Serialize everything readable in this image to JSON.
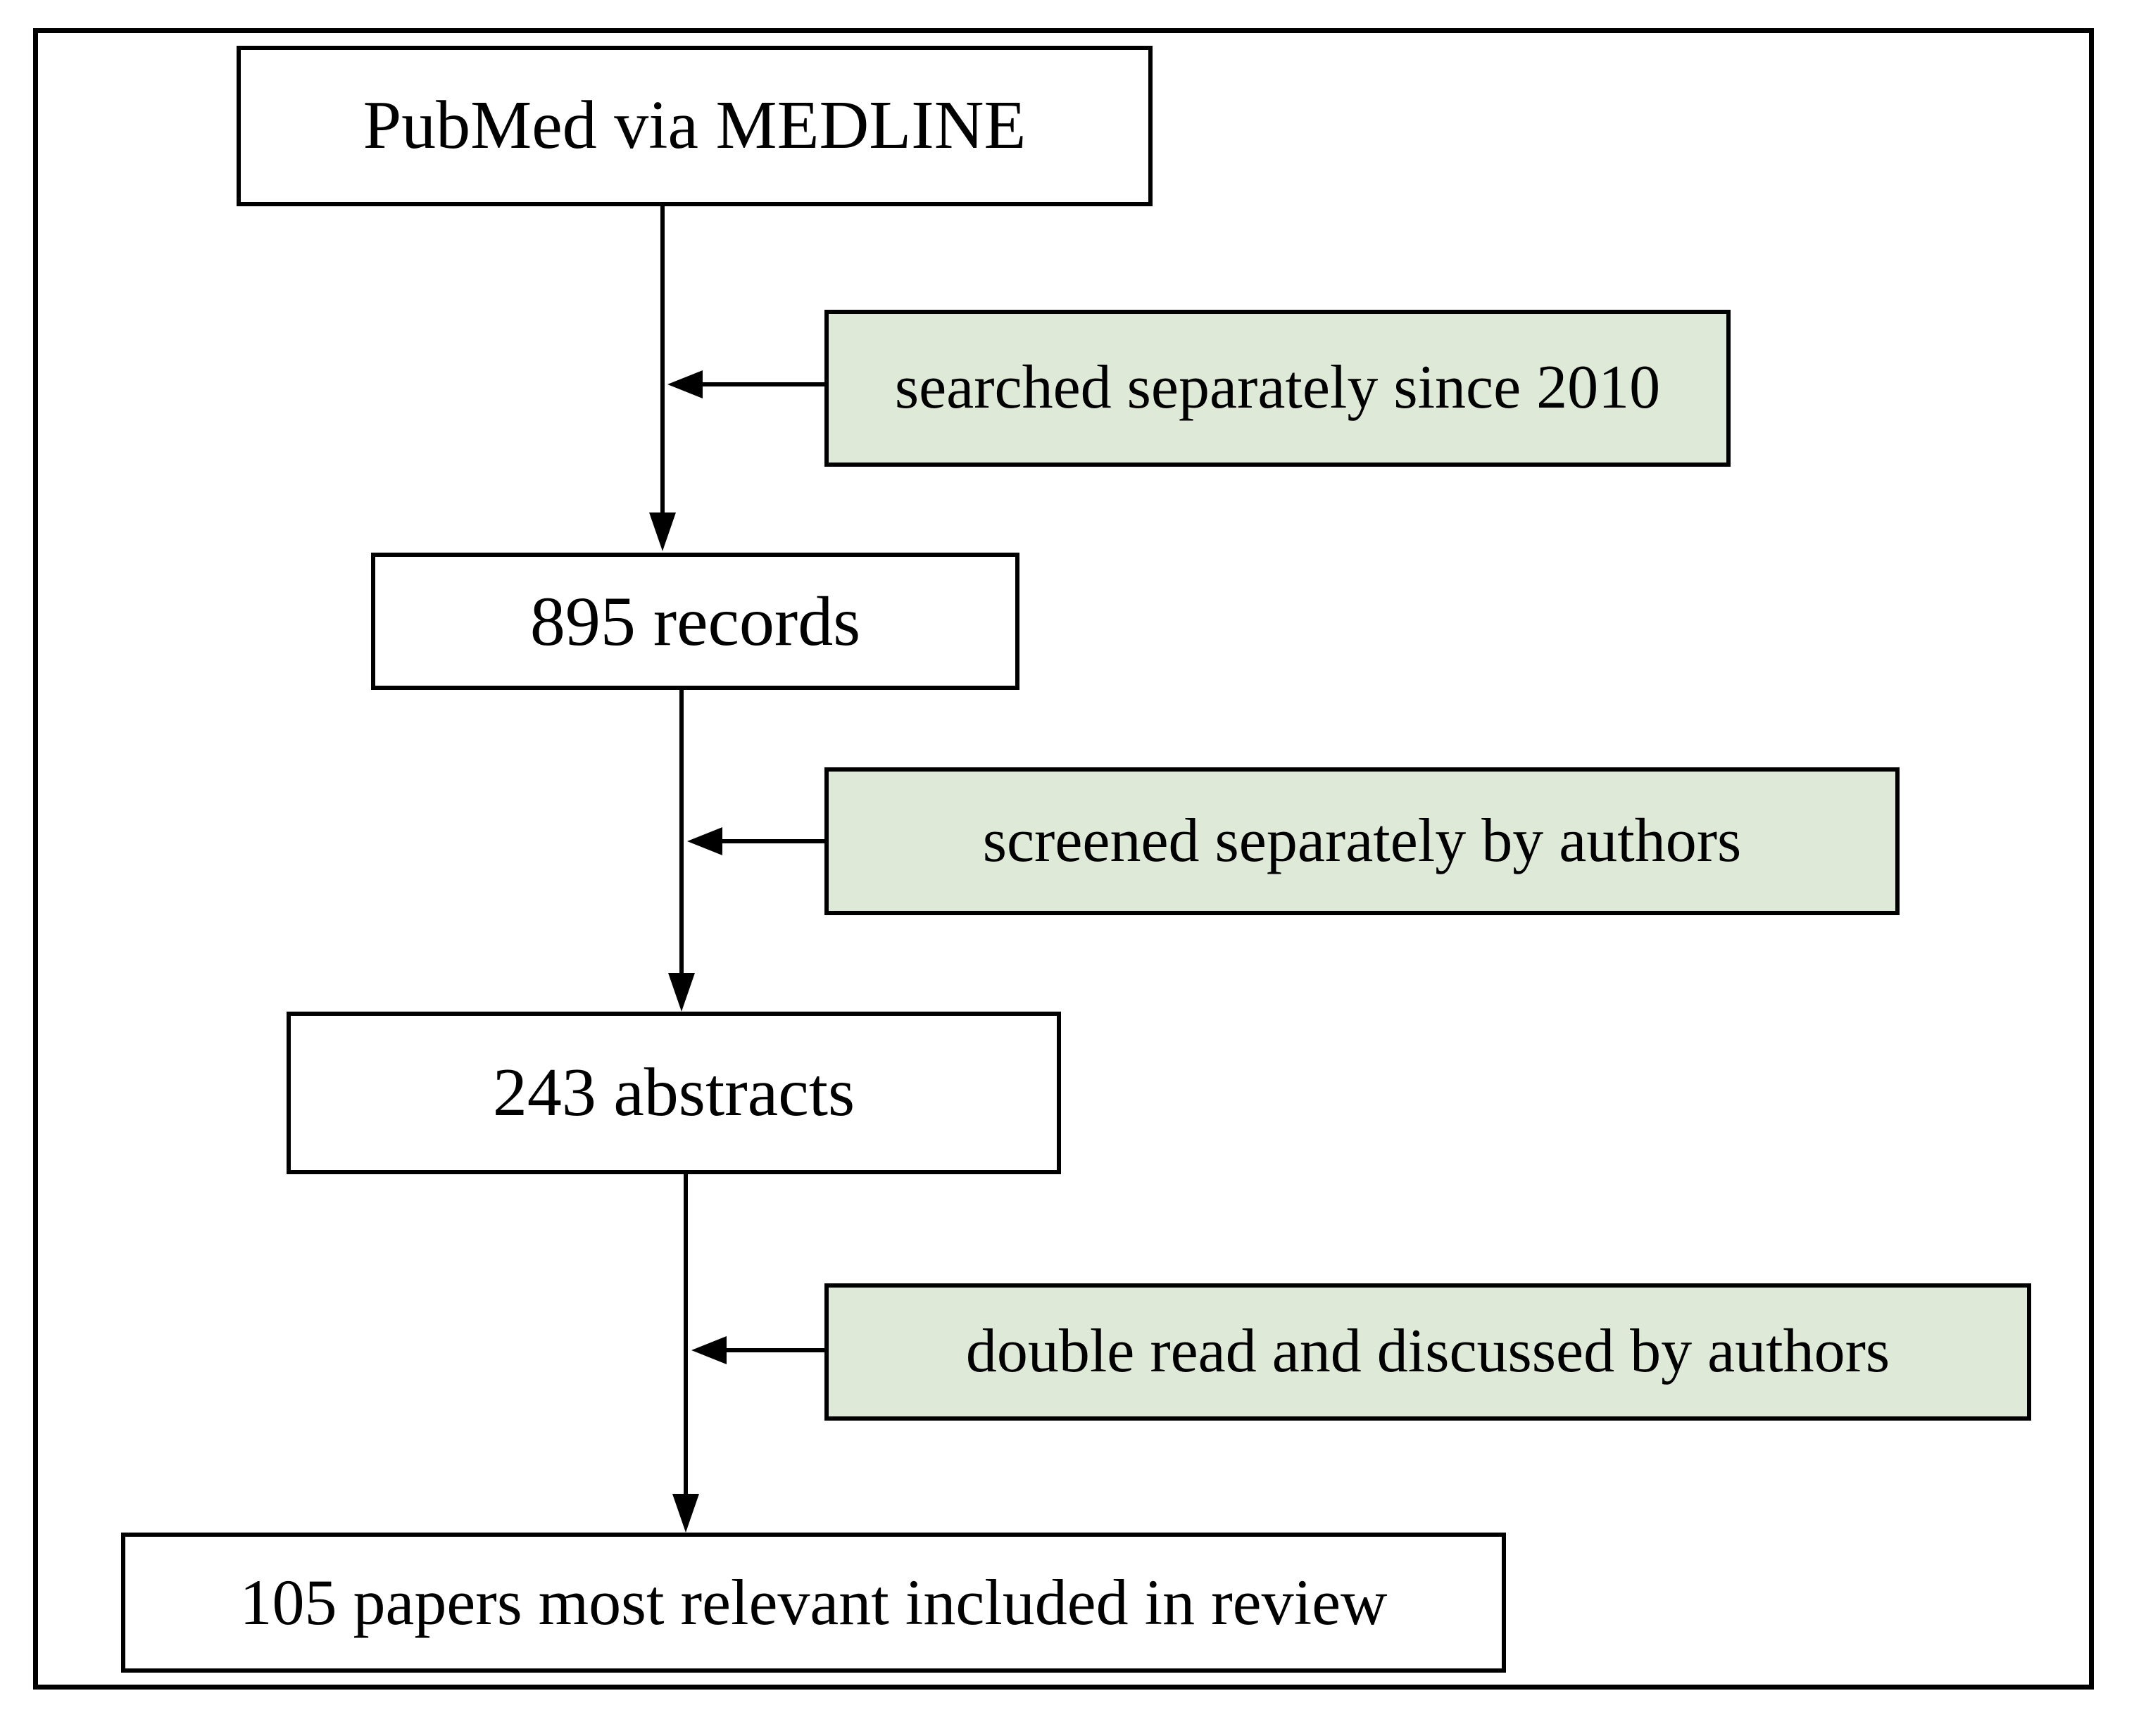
{
  "diagram": {
    "background": "#ffffff",
    "line_color": "#000000",
    "annotation_fill": "#dfe9d8",
    "nodes": [
      {
        "id": "source",
        "label": "PubMed via MEDLINE"
      },
      {
        "id": "records",
        "label": "895 records"
      },
      {
        "id": "abstracts",
        "label": "243 abstracts"
      },
      {
        "id": "included",
        "label": "105 papers most relevant included in review"
      }
    ],
    "annotations": [
      {
        "id": "searched",
        "label": "searched separately since 2010"
      },
      {
        "id": "screened",
        "label": "screened separately by authors"
      },
      {
        "id": "double-read",
        "label": "double read and discussed by authors"
      }
    ]
  }
}
